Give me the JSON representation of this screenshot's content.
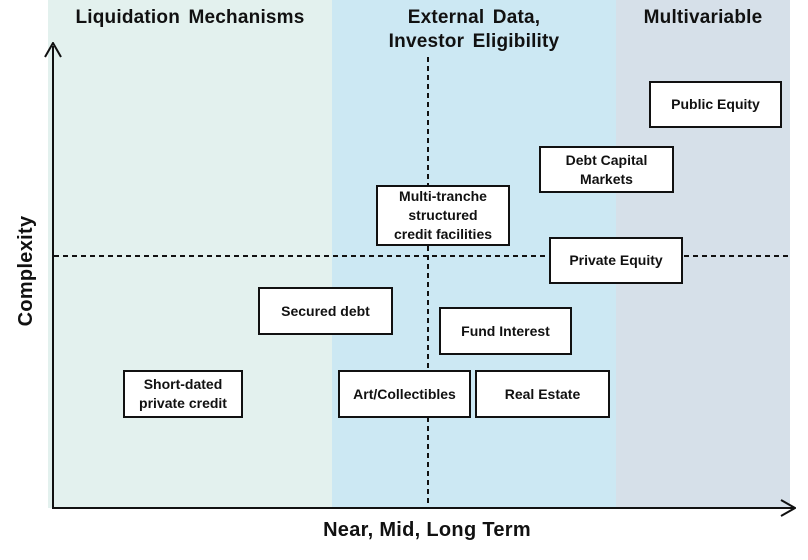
{
  "diagram": {
    "zones": [
      {
        "label": "Liquidation Mechanisms",
        "lines": [
          "Liquidation Mechanisms"
        ],
        "color": "#e3f1ee"
      },
      {
        "label": "External Data, Investor Eligibility",
        "lines": [
          "External Data,",
          "Investor Eligibility"
        ],
        "color": "#cce8f3"
      },
      {
        "label": "Multivariable",
        "lines": [
          "Multivariable"
        ],
        "color": "#d6e0e9"
      }
    ],
    "axes": {
      "y_label": "Complexity",
      "x_label": "Near, Mid, Long Term"
    },
    "nodes": [
      {
        "label": "Public Equity",
        "lines": [
          "Public Equity"
        ]
      },
      {
        "label": "Debt Capital Markets",
        "lines": [
          "Debt Capital",
          "Markets"
        ]
      },
      {
        "label": "Multi-tranche structured credit facilities",
        "lines": [
          "Multi-tranche",
          "structured",
          "credit facilities"
        ]
      },
      {
        "label": "Private Equity",
        "lines": [
          "Private Equity"
        ]
      },
      {
        "label": "Secured debt",
        "lines": [
          "Secured debt"
        ]
      },
      {
        "label": "Fund Interest",
        "lines": [
          "Fund Interest"
        ]
      },
      {
        "label": "Short-dated private credit",
        "lines": [
          "Short-dated",
          "private credit"
        ]
      },
      {
        "label": "Art/Collectibles",
        "lines": [
          "Art/Collectibles"
        ]
      },
      {
        "label": "Real Estate",
        "lines": [
          "Real Estate"
        ]
      }
    ],
    "line_color": "#111111",
    "node_fill": "#ffffff"
  }
}
